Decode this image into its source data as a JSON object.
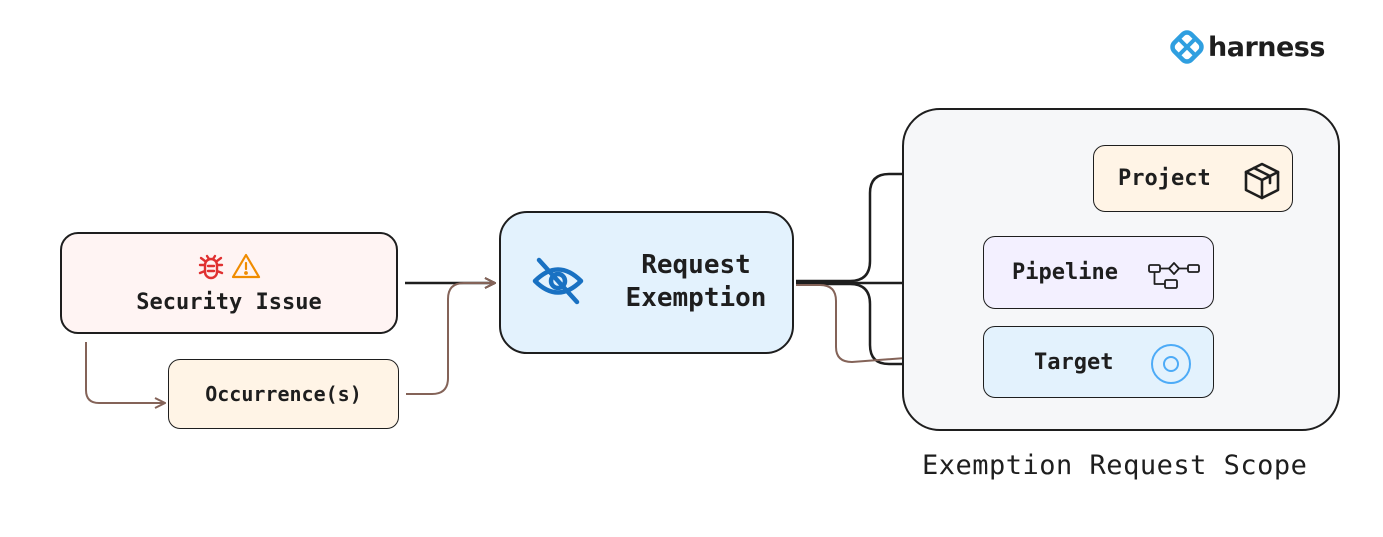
{
  "logo": {
    "text": "harness",
    "brand_color": "#2f9fe0"
  },
  "scope": {
    "label": "Exemption Request Scope"
  },
  "nodes": {
    "security_issue": {
      "label": "Security Issue",
      "icons": [
        "bug-icon",
        "warning-icon"
      ],
      "bug_color": "#e03131",
      "warning_color": "#f08c00"
    },
    "occurrences": {
      "label": "Occurrence(s)"
    },
    "request_exemption": {
      "label_line1": "Request",
      "label_line2": "Exemption",
      "icon": "eye-off-icon",
      "icon_color": "#1971c2"
    },
    "project": {
      "label": "Project",
      "icon": "package-box-icon"
    },
    "pipeline": {
      "label": "Pipeline",
      "icon": "pipeline-flow-icon"
    },
    "target": {
      "label": "Target",
      "icon": "target-circle-icon",
      "icon_color": "#4dabf7"
    }
  },
  "colors": {
    "stroke": "#1e1e1e",
    "occurrence_edge": "#846358"
  }
}
